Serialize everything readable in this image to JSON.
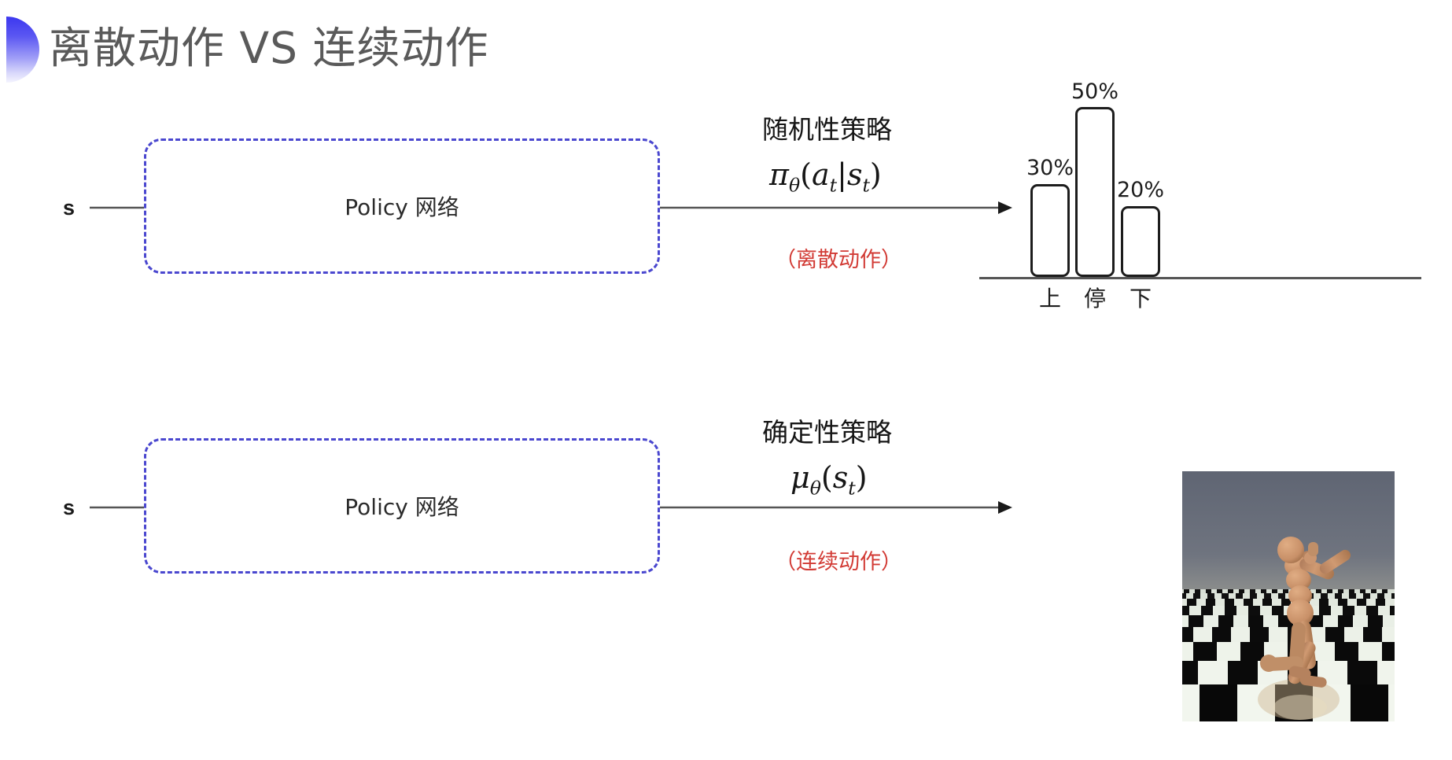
{
  "slide": {
    "title": "离散动作 VS 连续动作",
    "background_color": "#ffffff",
    "accent_color": "#3b37ef",
    "note_color": "#d23b35",
    "box_border_color": "#4a47cf"
  },
  "rows": [
    {
      "id": "discrete",
      "state_label": "s",
      "box_label": "Policy 网络",
      "policy_kind": "随机性策略",
      "formula_plain": "πθ(at|st)",
      "formula_parts": {
        "base": "π",
        "base_sub": "θ",
        "open": "(",
        "arg1": "a",
        "arg1_sub": "t",
        "bar": "|",
        "arg2": "s",
        "arg2_sub": "t",
        "close": ")"
      },
      "action_note": "（离散动作）",
      "output_kind": "bar-chart"
    },
    {
      "id": "continuous",
      "state_label": "s",
      "box_label": "Policy 网络",
      "policy_kind": "确定性策略",
      "formula_plain": "μθ(st)",
      "formula_parts": {
        "base": "μ",
        "base_sub": "θ",
        "open": "(",
        "arg1": "s",
        "arg1_sub": "t",
        "close": ")"
      },
      "action_note": "（连续动作）",
      "output_kind": "humanoid-simulation-image"
    }
  ],
  "chart_data": {
    "type": "bar",
    "title": "",
    "categories": [
      "上",
      "停",
      "下"
    ],
    "values": [
      30,
      50,
      20
    ],
    "value_labels": [
      "30%",
      "50%",
      "20%"
    ],
    "xlabel": "",
    "ylabel": "",
    "ylim": [
      0,
      60
    ],
    "grid": false,
    "legend": "none",
    "bar_style": {
      "fill": "#ffffff",
      "stroke": "#1d1d1d",
      "rounded": true
    }
  },
  "simulation": {
    "description": "humanoid-on-checkerboard-floor",
    "sky_color": "#6a707c",
    "floor_light": "#e9efe6",
    "floor_dark": "#101010",
    "body_color": "#c89470"
  }
}
